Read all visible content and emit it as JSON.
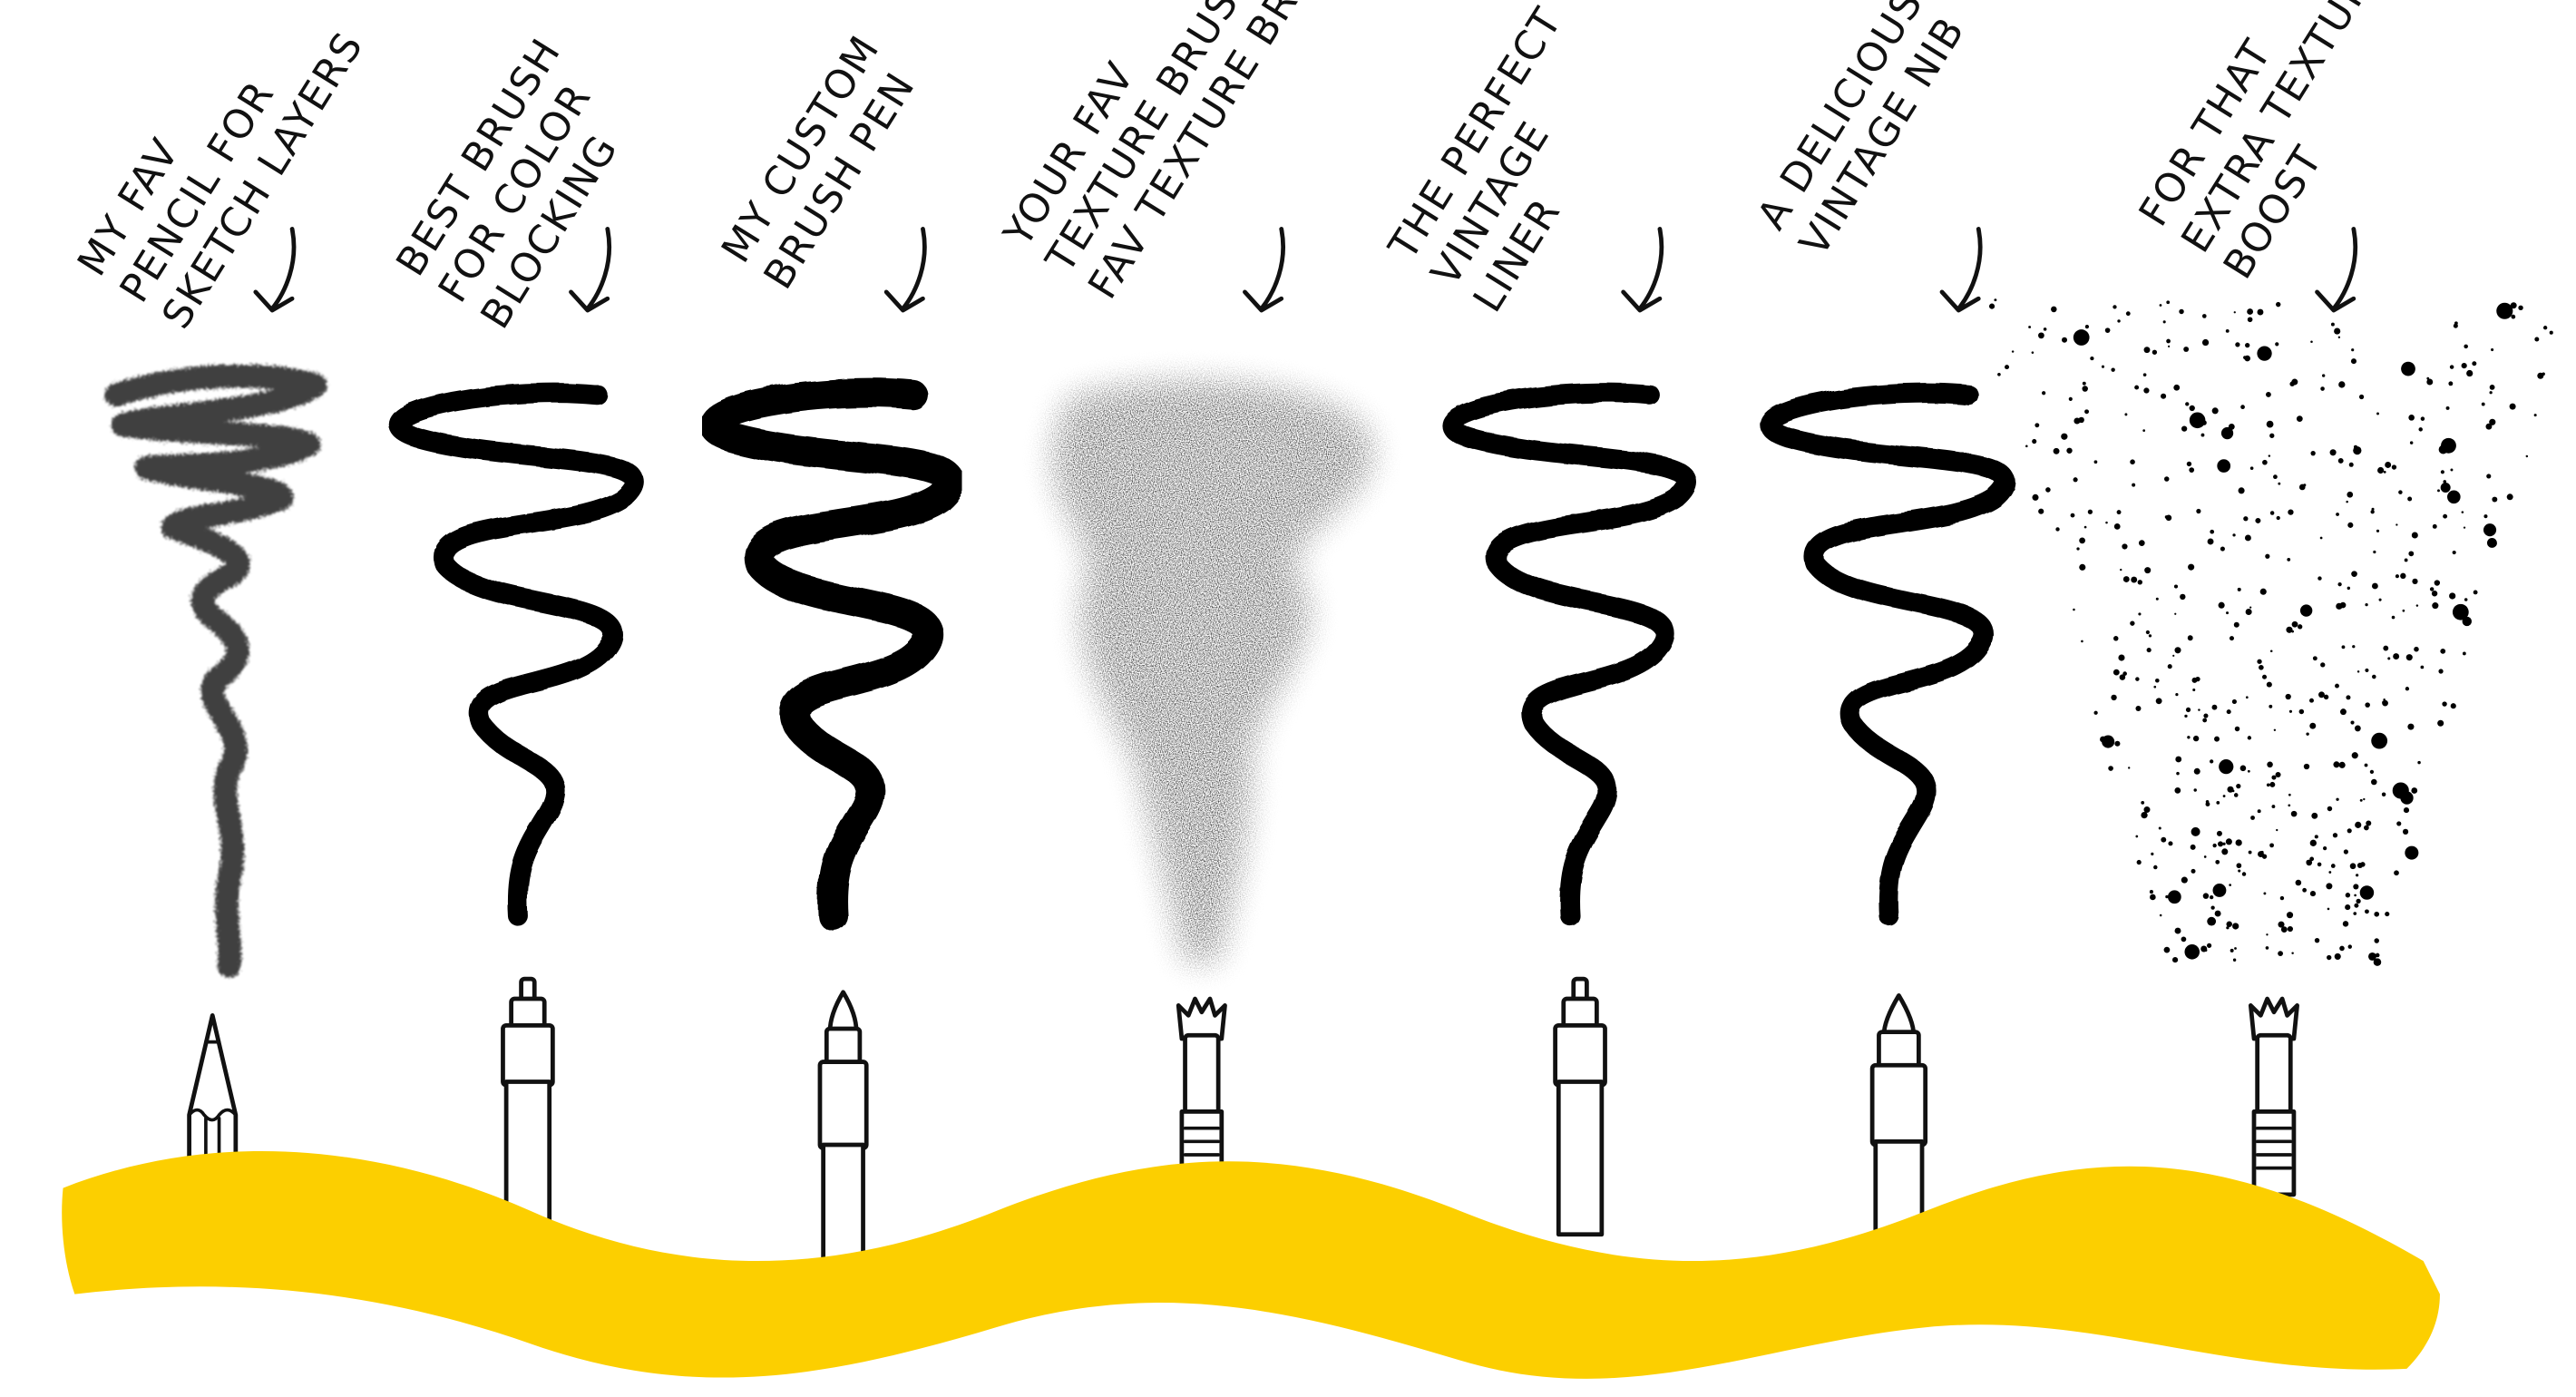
{
  "colors": {
    "background": "#ffffff",
    "ink": "#000000",
    "band": "#fccf00"
  },
  "brushes": [
    {
      "lines": [
        "my fav",
        "pencil for",
        "sketch layers"
      ],
      "tool": "pencil-icon",
      "stroke": "pencil-grain"
    },
    {
      "lines": [
        "best brush",
        "for color",
        "blocking"
      ],
      "tool": "fine-marker-icon",
      "stroke": "solid"
    },
    {
      "lines": [
        "my custom",
        "brush pen"
      ],
      "tool": "brush-pen-icon",
      "stroke": "tapered-bold"
    },
    {
      "lines": [
        "your fav",
        "texture brush's",
        "fav texture brush"
      ],
      "tool": "flat-brush-icon",
      "stroke": "grainy-cloud"
    },
    {
      "lines": [
        "the perfect",
        "vintage",
        "liner"
      ],
      "tool": "fine-marker-icon",
      "stroke": "solid"
    },
    {
      "lines": [
        "a delicious",
        "vintage nib"
      ],
      "tool": "nib-pen-icon",
      "stroke": "tapered"
    },
    {
      "lines": [
        "for that",
        "extra texture",
        "boost"
      ],
      "tool": "flat-brush-icon",
      "stroke": "splatter"
    }
  ]
}
